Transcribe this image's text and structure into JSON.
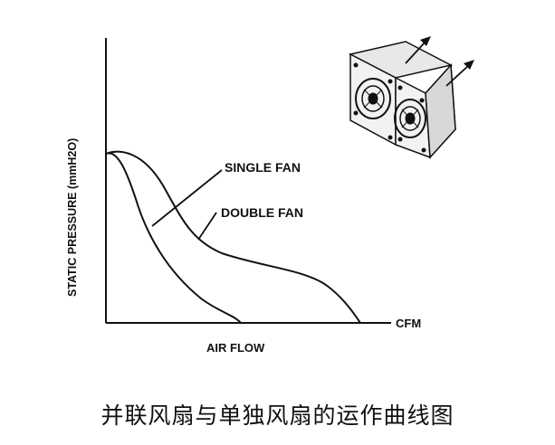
{
  "chart_data": {
    "type": "line",
    "xlabel": "AIR FLOW",
    "ylabel": "STATIC PRESSURE (mmH2O)",
    "x_unit_label": "CFM",
    "series": [
      {
        "name": "SINGLE FAN"
      },
      {
        "name": "DOUBLE FAN"
      }
    ],
    "grid": false
  },
  "caption": "并联风扇与单独风扇的运作曲线图",
  "colors": {
    "line": "#111111",
    "background": "#ffffff"
  },
  "icons": {
    "fan_assembly": "double-fan-unit-icon"
  }
}
